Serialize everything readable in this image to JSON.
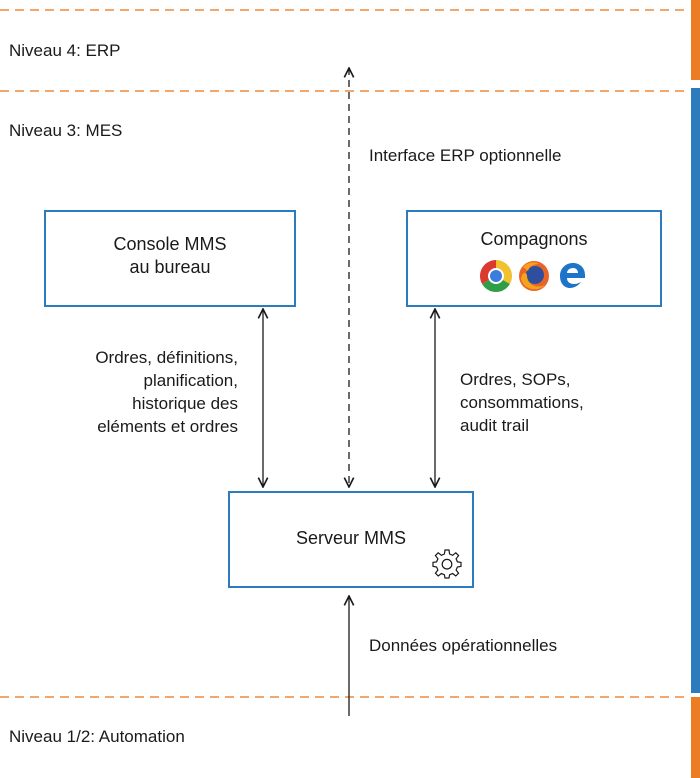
{
  "levels": {
    "erp": "Niveau 4: ERP",
    "mes": "Niveau 3: MES",
    "automation": "Niveau 1/2: Automation"
  },
  "boxes": {
    "console_line1": "Console MMS",
    "console_line2": "au bureau",
    "compagnons": "Compagnons",
    "server": "Serveur MMS"
  },
  "annotations": {
    "erp_interface": "Interface ERP optionnelle",
    "left_lines": [
      "Ordres, définitions,",
      "planification,",
      "historique des",
      "eléments et ordres"
    ],
    "right_lines": [
      "Ordres, SOPs,",
      "consommations,",
      "audit trail"
    ],
    "operational": "Données opérationnelles"
  },
  "icons": [
    "chrome-icon",
    "firefox-icon",
    "edge-icon",
    "gear-icon"
  ],
  "colors": {
    "dashed_divider": "#f08a3c",
    "erp_bar": "#ec7d23",
    "mes_bar": "#2b7bbd",
    "box_border": "#2b7bbd"
  }
}
